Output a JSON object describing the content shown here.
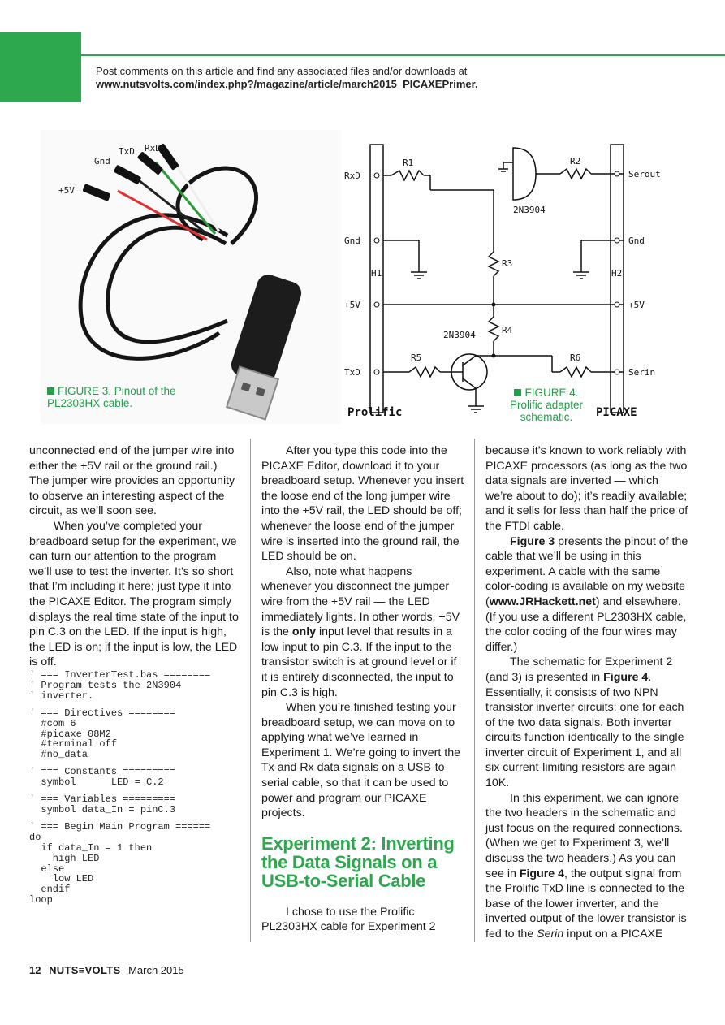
{
  "header": {
    "note": "Post comments on this article and find any associated files and/or downloads at",
    "url": "www.nutsvolts.com/index.php?/magazine/article/march2015_PICAXEPrimer."
  },
  "photo": {
    "pin_labels": [
      "+5V",
      "Gnd",
      "TxD",
      "RxD"
    ]
  },
  "figure3": {
    "line1": "FIGURE 3. Pinout of the",
    "line2": "PL2303HX cable."
  },
  "figure4": {
    "line1": "FIGURE 4.",
    "line2": "Prolific adapter",
    "line3": "schematic."
  },
  "schematic": {
    "left_pins": [
      "RxD",
      "Gnd",
      "+5V",
      "TxD"
    ],
    "right_pins": [
      "Serout",
      "Gnd",
      "+5V",
      "Serin"
    ],
    "h1": "H1",
    "h2": "H2",
    "resistors": [
      "R1",
      "R2",
      "R3",
      "R4",
      "R5",
      "R6"
    ],
    "transistor": "2N3904",
    "left_title": "Prolific",
    "right_title": "PICAXE"
  },
  "col1": {
    "p1": "unconnected end of the jumper wire into either the +5V rail or the ground rail.) The jumper wire provides an opportunity to observe an interesting aspect of the circuit, as we’ll soon see.",
    "p2": "When you’ve completed your breadboard setup for the experiment, we can turn our attention to the program we’ll use to test the inverter. It’s so short that I’m including it here; just type it into the PICAXE Editor. The program simply displays the real time state of the input to pin C.3 on the LED. If the input is high, the LED is on; if the input is low, the LED is off."
  },
  "code": [
    "' === InverterTest.bas ========\n' Program tests the 2N3904\n' inverter.",
    "' === Directives ========\n  #com 6\n  #picaxe 08M2\n  #terminal off\n  #no_data",
    "' === Constants =========\n  symbol      LED = C.2",
    "' === Variables =========\n  symbol data_In = pinC.3",
    "' === Begin Main Program ======\ndo\n  if data_In = 1 then\n    high LED\n  else\n    low LED\n  endif\nloop"
  ],
  "col2": {
    "p1": "After you type this code into the PICAXE Editor, download it to your breadboard setup. Whenever you insert the loose end of the long jumper wire into the +5V rail, the LED should be off; whenever the loose end of the jumper wire is inserted into the ground rail, the LED should be on.",
    "p2a": "Also, note what happens whenever you disconnect the jumper wire from the +5V rail — the LED immediately lights. In other words, +5V is the ",
    "p2b": "only",
    "p2c": " input level that results in a low input to pin C.3. If the input to the transistor switch is at ground level or if it is entirely disconnected, the input to pin C.3 is high.",
    "p3": "When you’re finished testing your breadboard setup, we can move on to applying what we’ve learned in Experiment 1. We’re going to invert the Tx and Rx data signals on a USB-to-serial cable, so that it can be used to power and program our PICAXE projects.",
    "heading": "Experiment 2: Inverting the Data Signals on a USB-to-Serial Cable",
    "p4": "I chose to use the Prolific PL2303HX cable for Experiment 2"
  },
  "col3": {
    "p1": "because it’s known to work reliably with PICAXE processors (as long as the two data signals are inverted — which we’re about to do); it’s readily available; and it sells for less than half the price of the FTDI cable.",
    "p2a": "Figure 3",
    "p2b": " presents the pinout of the cable that we’ll be using in this experiment. A cable with the same color-coding is available on my website (",
    "p2c": "www.JRHackett.net",
    "p2d": ") and elsewhere. (If you use a different PL2303HX cable, the color coding of the four wires may differ.)",
    "p3a": "The schematic for Experiment 2 (and 3) is presented in ",
    "p3b": "Figure 4",
    "p3c": ". Essentially, it consists of two NPN transistor inverter circuits: one for each of the two data signals. Both inverter circuits function identically to the single inverter circuit of Experiment 1, and all six current-limiting resistors are again 10K.",
    "p4a": "In this experiment, we can ignore the two headers in the schematic and just focus on the required connections. (When we get to Experiment 3, we’ll discuss the two headers.) As you can see in ",
    "p4b": "Figure 4",
    "p4c": ", the output signal from the Prolific TxD line is connected to the base of the lower inverter, and the inverted output of the lower transistor is fed to the ",
    "p4d": "Serin",
    "p4e": " input on a PICAXE"
  },
  "footer": {
    "page": "12",
    "magazine": "NUTS≡VOLTS",
    "date": "March 2015"
  }
}
